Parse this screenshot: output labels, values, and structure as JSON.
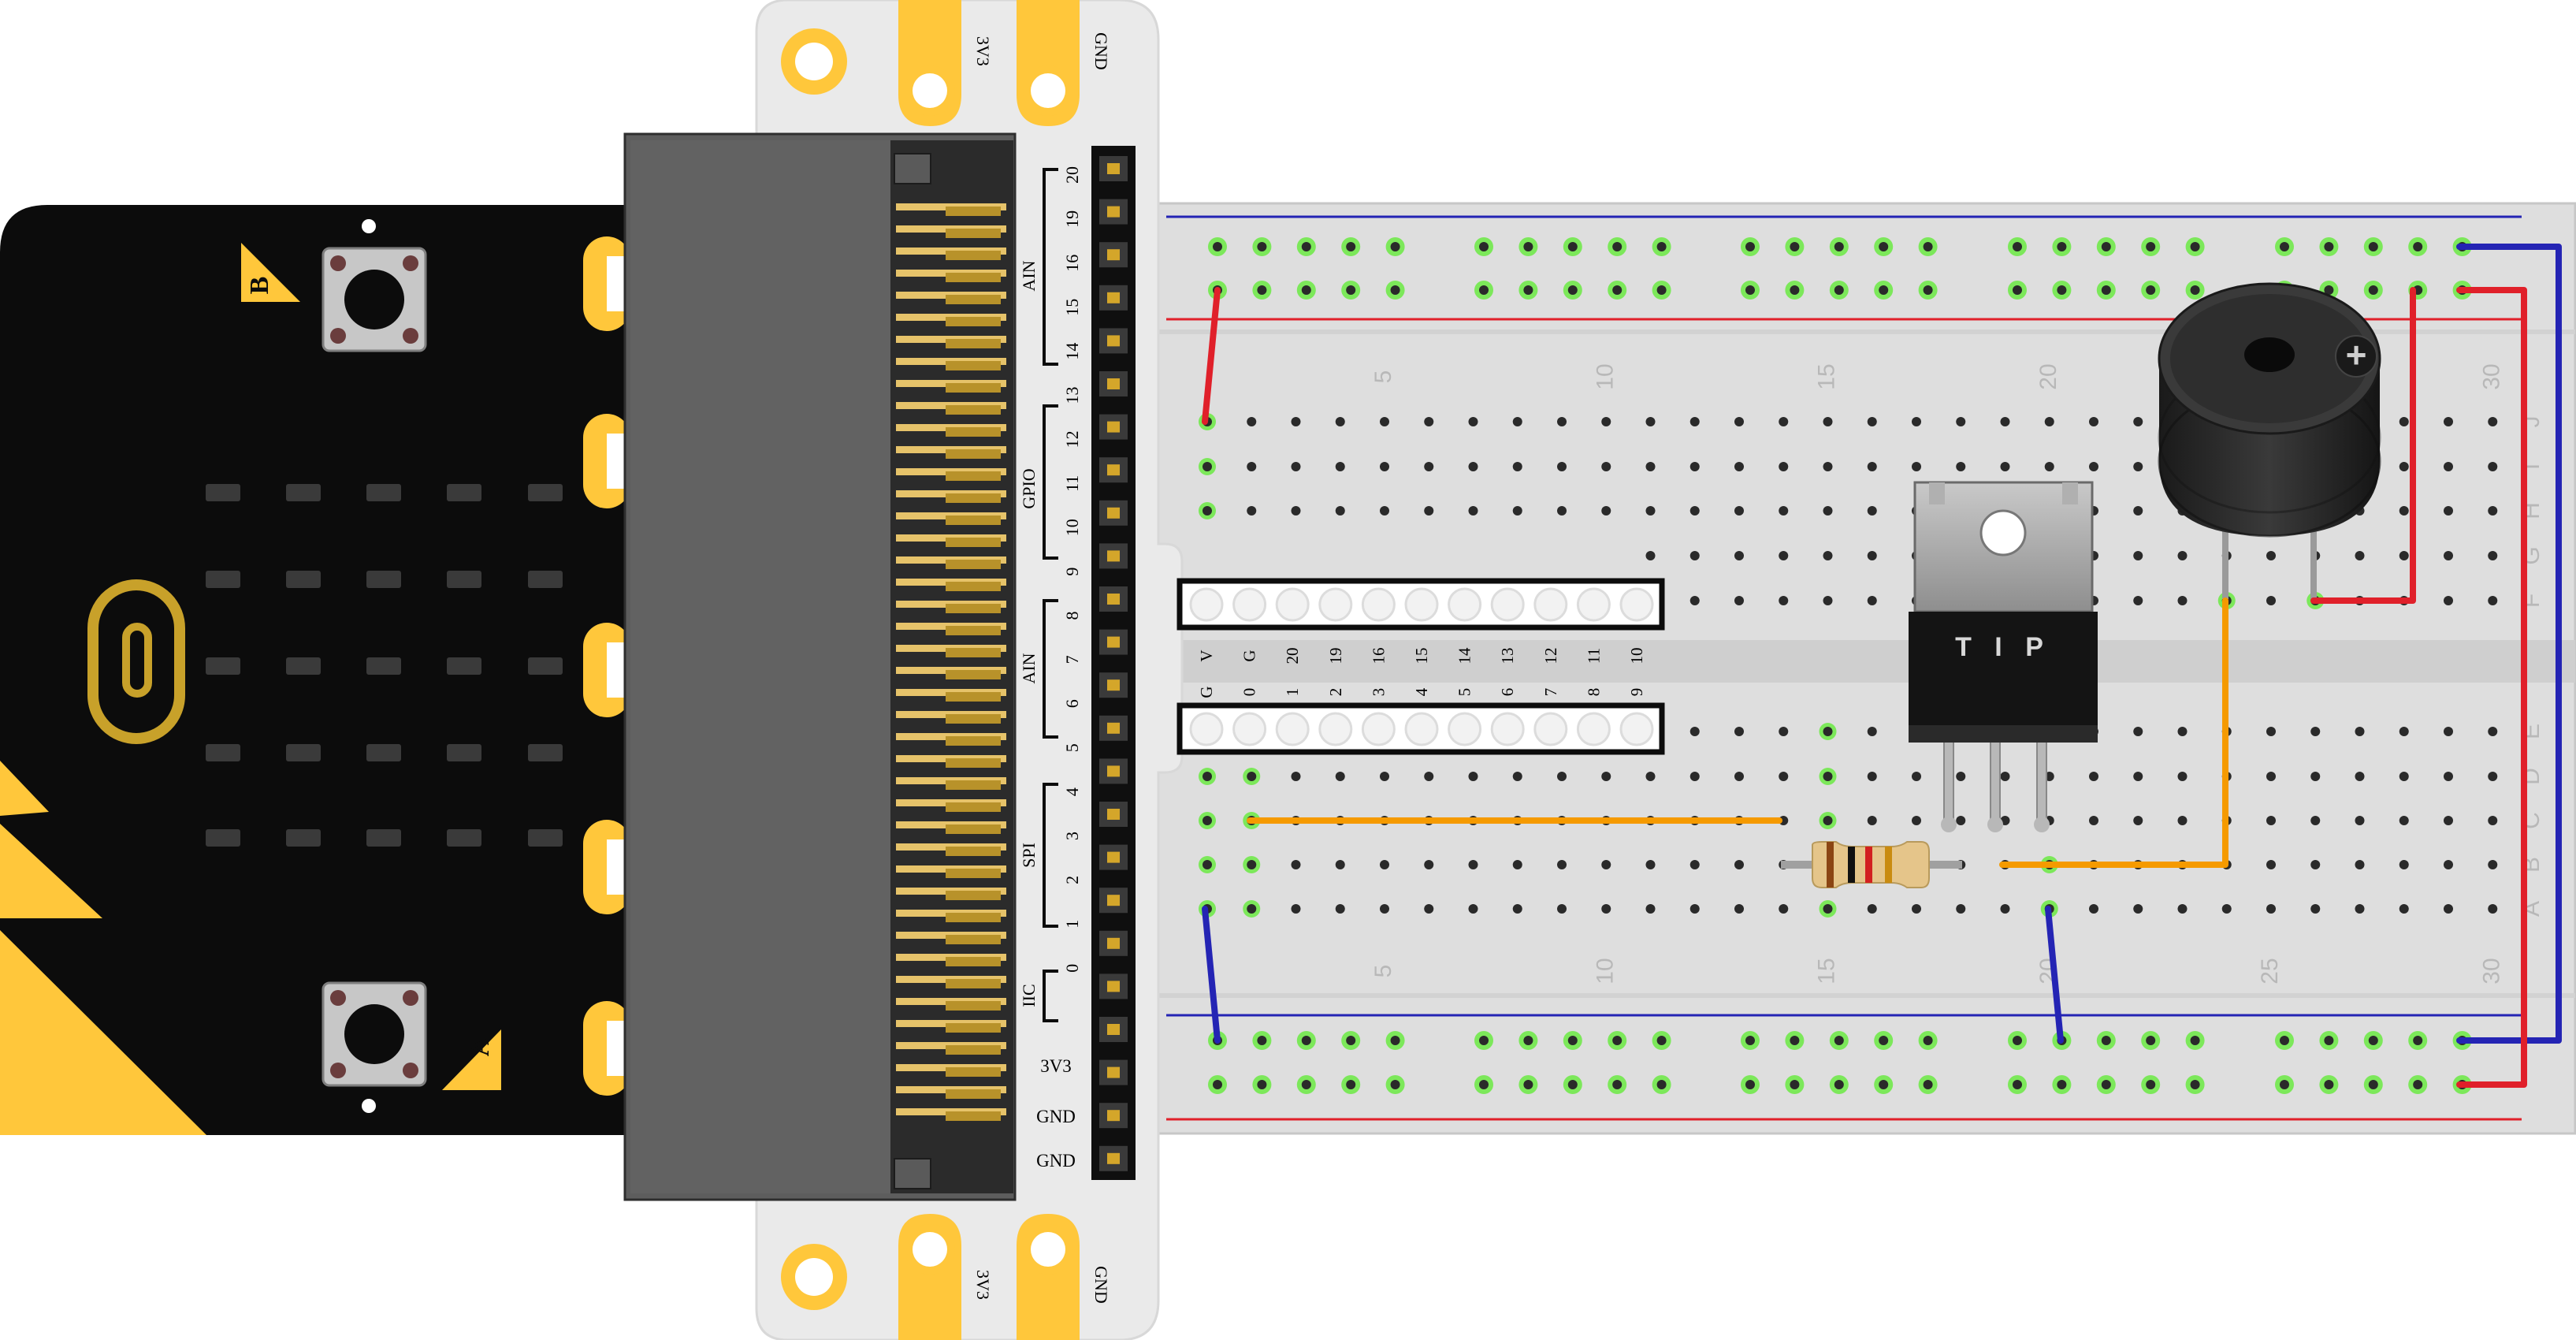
{
  "microbit": {
    "button_a_label": "A",
    "button_b_label": "B",
    "led_rows": 5,
    "led_cols": 5
  },
  "breakout": {
    "top_pads": [
      "3V3",
      "GND"
    ],
    "bottom_pads": [
      "3V3",
      "GND"
    ],
    "pin_numbers": [
      "20",
      "19",
      "16",
      "15",
      "14",
      "13",
      "12",
      "11",
      "10",
      "9",
      "8",
      "7",
      "6",
      "5",
      "4",
      "3",
      "2",
      "1",
      "0"
    ],
    "power_labels": [
      "3V3",
      "GND",
      "GND"
    ],
    "group_labels": {
      "ain_top": "AIN",
      "gpio": "GPIO",
      "ain_mid": "AIN",
      "spi": "SPI",
      "iic": "IIC"
    },
    "header_top_labels": [
      "V",
      "G",
      "20",
      "19",
      "16",
      "15",
      "14",
      "13",
      "12",
      "11",
      "10"
    ],
    "header_bottom_labels": [
      "G",
      "0",
      "1",
      "2",
      "3",
      "4",
      "5",
      "6",
      "7",
      "8",
      "9"
    ]
  },
  "breadboard": {
    "column_numbers": [
      "5",
      "10",
      "15",
      "20",
      "25",
      "30"
    ],
    "row_letters_top": [
      "J",
      "I",
      "H",
      "G",
      "F"
    ],
    "row_letters_bottom": [
      "E",
      "D",
      "C",
      "B",
      "A"
    ],
    "columns": 30
  },
  "transistor": {
    "label": "T I P"
  },
  "buzzer": {
    "polarity_label": "+"
  },
  "colors": {
    "rail_red": "#e0202a",
    "rail_blue": "#2424b4",
    "wire_orange": "#f59a00",
    "hole_green": "#7ce85a",
    "gold": "#ffc73b",
    "board_black": "#0c0c0c"
  }
}
